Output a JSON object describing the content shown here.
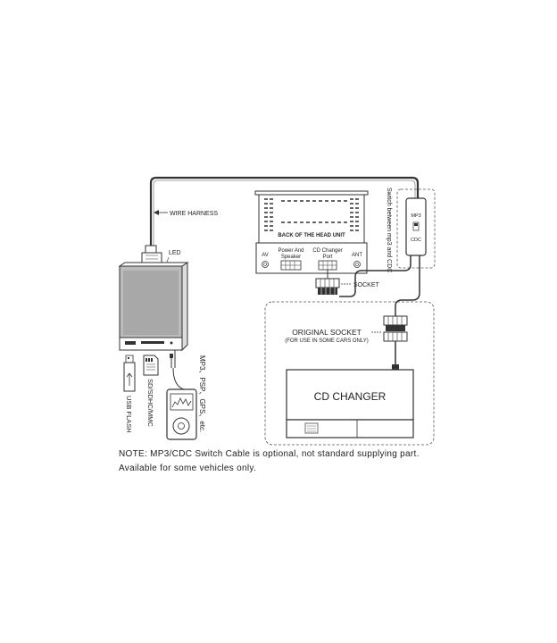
{
  "labels": {
    "wire_harness": "WIRE HARNESS",
    "led": "LED",
    "back_of_head_unit": "BACK OF THE HEAD UNIT",
    "av": "AV",
    "ant": "ANT",
    "power_speaker_1": "Power And",
    "power_speaker_2": "Speaker",
    "cd_port_1": "CD Changer",
    "cd_port_2": "Port",
    "socket": "SOCKET",
    "switch_note": "Switch between mp3 and CDC",
    "switch_mp3": "MP3",
    "switch_cdc": "CDC",
    "original_socket": "ORIGINAL SOCKET",
    "original_socket_note": "(FOR USE IN SOME CARS ONLY)",
    "cd_changer": "CD CHANGER",
    "usb_flash": "USB FLASH",
    "sd_card": "SD/SDHC/MMC",
    "mp3_devices": "MP3、PSP、GPS、etc."
  },
  "notes": {
    "line1": "NOTE: MP3/CDC Switch Cable is optional, not standard supplying part.",
    "line2": "Available for some vehicles only."
  }
}
